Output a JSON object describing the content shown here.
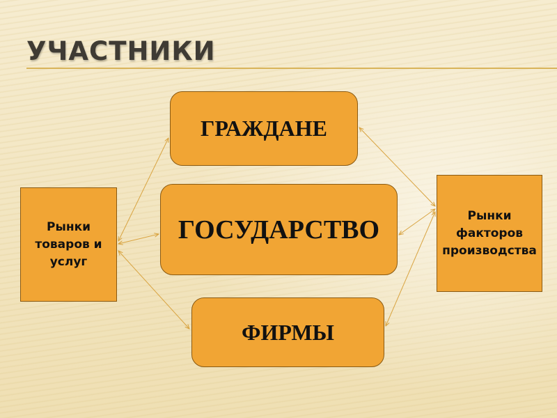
{
  "slide": {
    "title": "УЧАСТНИКИ",
    "nodes": {
      "citizens": "ГРАЖДАНЕ",
      "state": "ГОСУДАРСТВО",
      "firms": "ФИРМЫ",
      "goods_market": "Рынки товаров и услуг",
      "factors_market": "Рынки факторов производства"
    },
    "colors": {
      "box_fill": "#f1a534",
      "box_border": "#8a5a12",
      "arrow": "#d9a441",
      "title_text": "#3f3b34"
    }
  }
}
